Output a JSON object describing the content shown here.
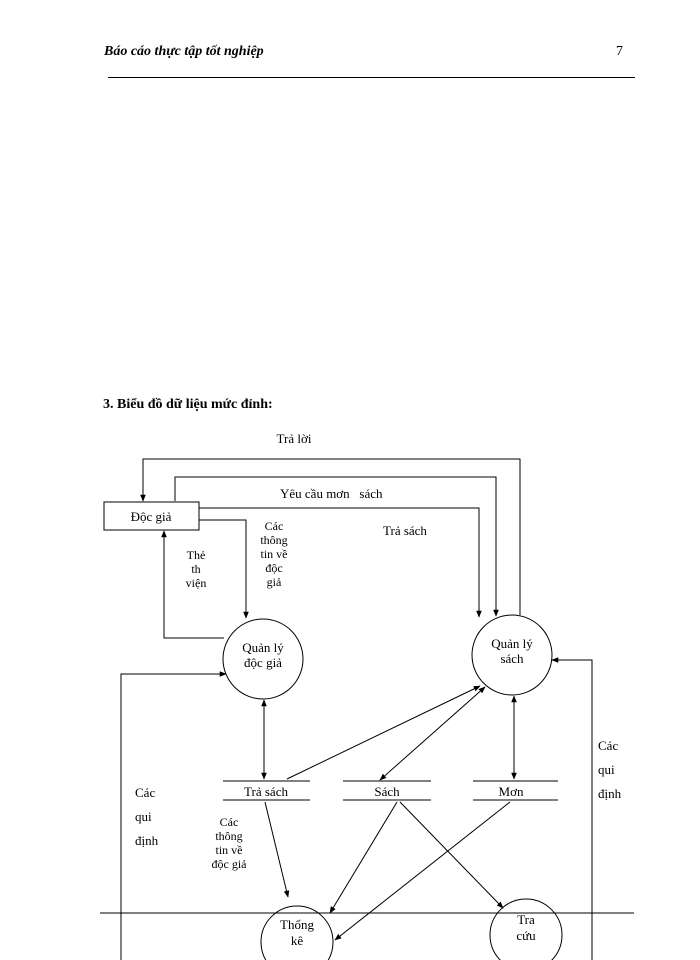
{
  "header": {
    "title": "Báo cáo thực tập tốt nghiệp",
    "page_number": "7"
  },
  "section": {
    "heading": "3. Biểu đồ dữ liệu mức đỉnh:"
  },
  "diagram": {
    "entities": {
      "doc_gia": "Độc giả"
    },
    "processes": {
      "quan_ly_doc_gia": [
        "Quản lý",
        "độc giả"
      ],
      "quan_ly_sach": [
        "Quản lý",
        "sách"
      ],
      "thong_ke": [
        "Thống",
        "kê"
      ],
      "tra_cuu": [
        "Tra",
        "cứu"
      ]
    },
    "stores": {
      "tra_sach": "Trả sách",
      "sach": "Sách",
      "muon": "Mơn"
    },
    "flows": {
      "tra_loi": "Trả lời",
      "yeu_cau_muon_sach": "Yêu cầu mơn   sách",
      "tra_sach": "Trả sách",
      "the_thu_vien": [
        "Thẻ",
        "th",
        "viện"
      ],
      "thong_tin_doc_gia_1": [
        "Các",
        "thông",
        "tin về",
        "độc",
        "giả"
      ],
      "thong_tin_doc_gia_2": [
        "Các",
        "thông",
        "tin về",
        "độc giả"
      ],
      "qui_dinh_left": [
        "Các",
        "qui",
        "định"
      ],
      "qui_dinh_right": [
        "Các",
        "qui",
        "định"
      ]
    }
  }
}
